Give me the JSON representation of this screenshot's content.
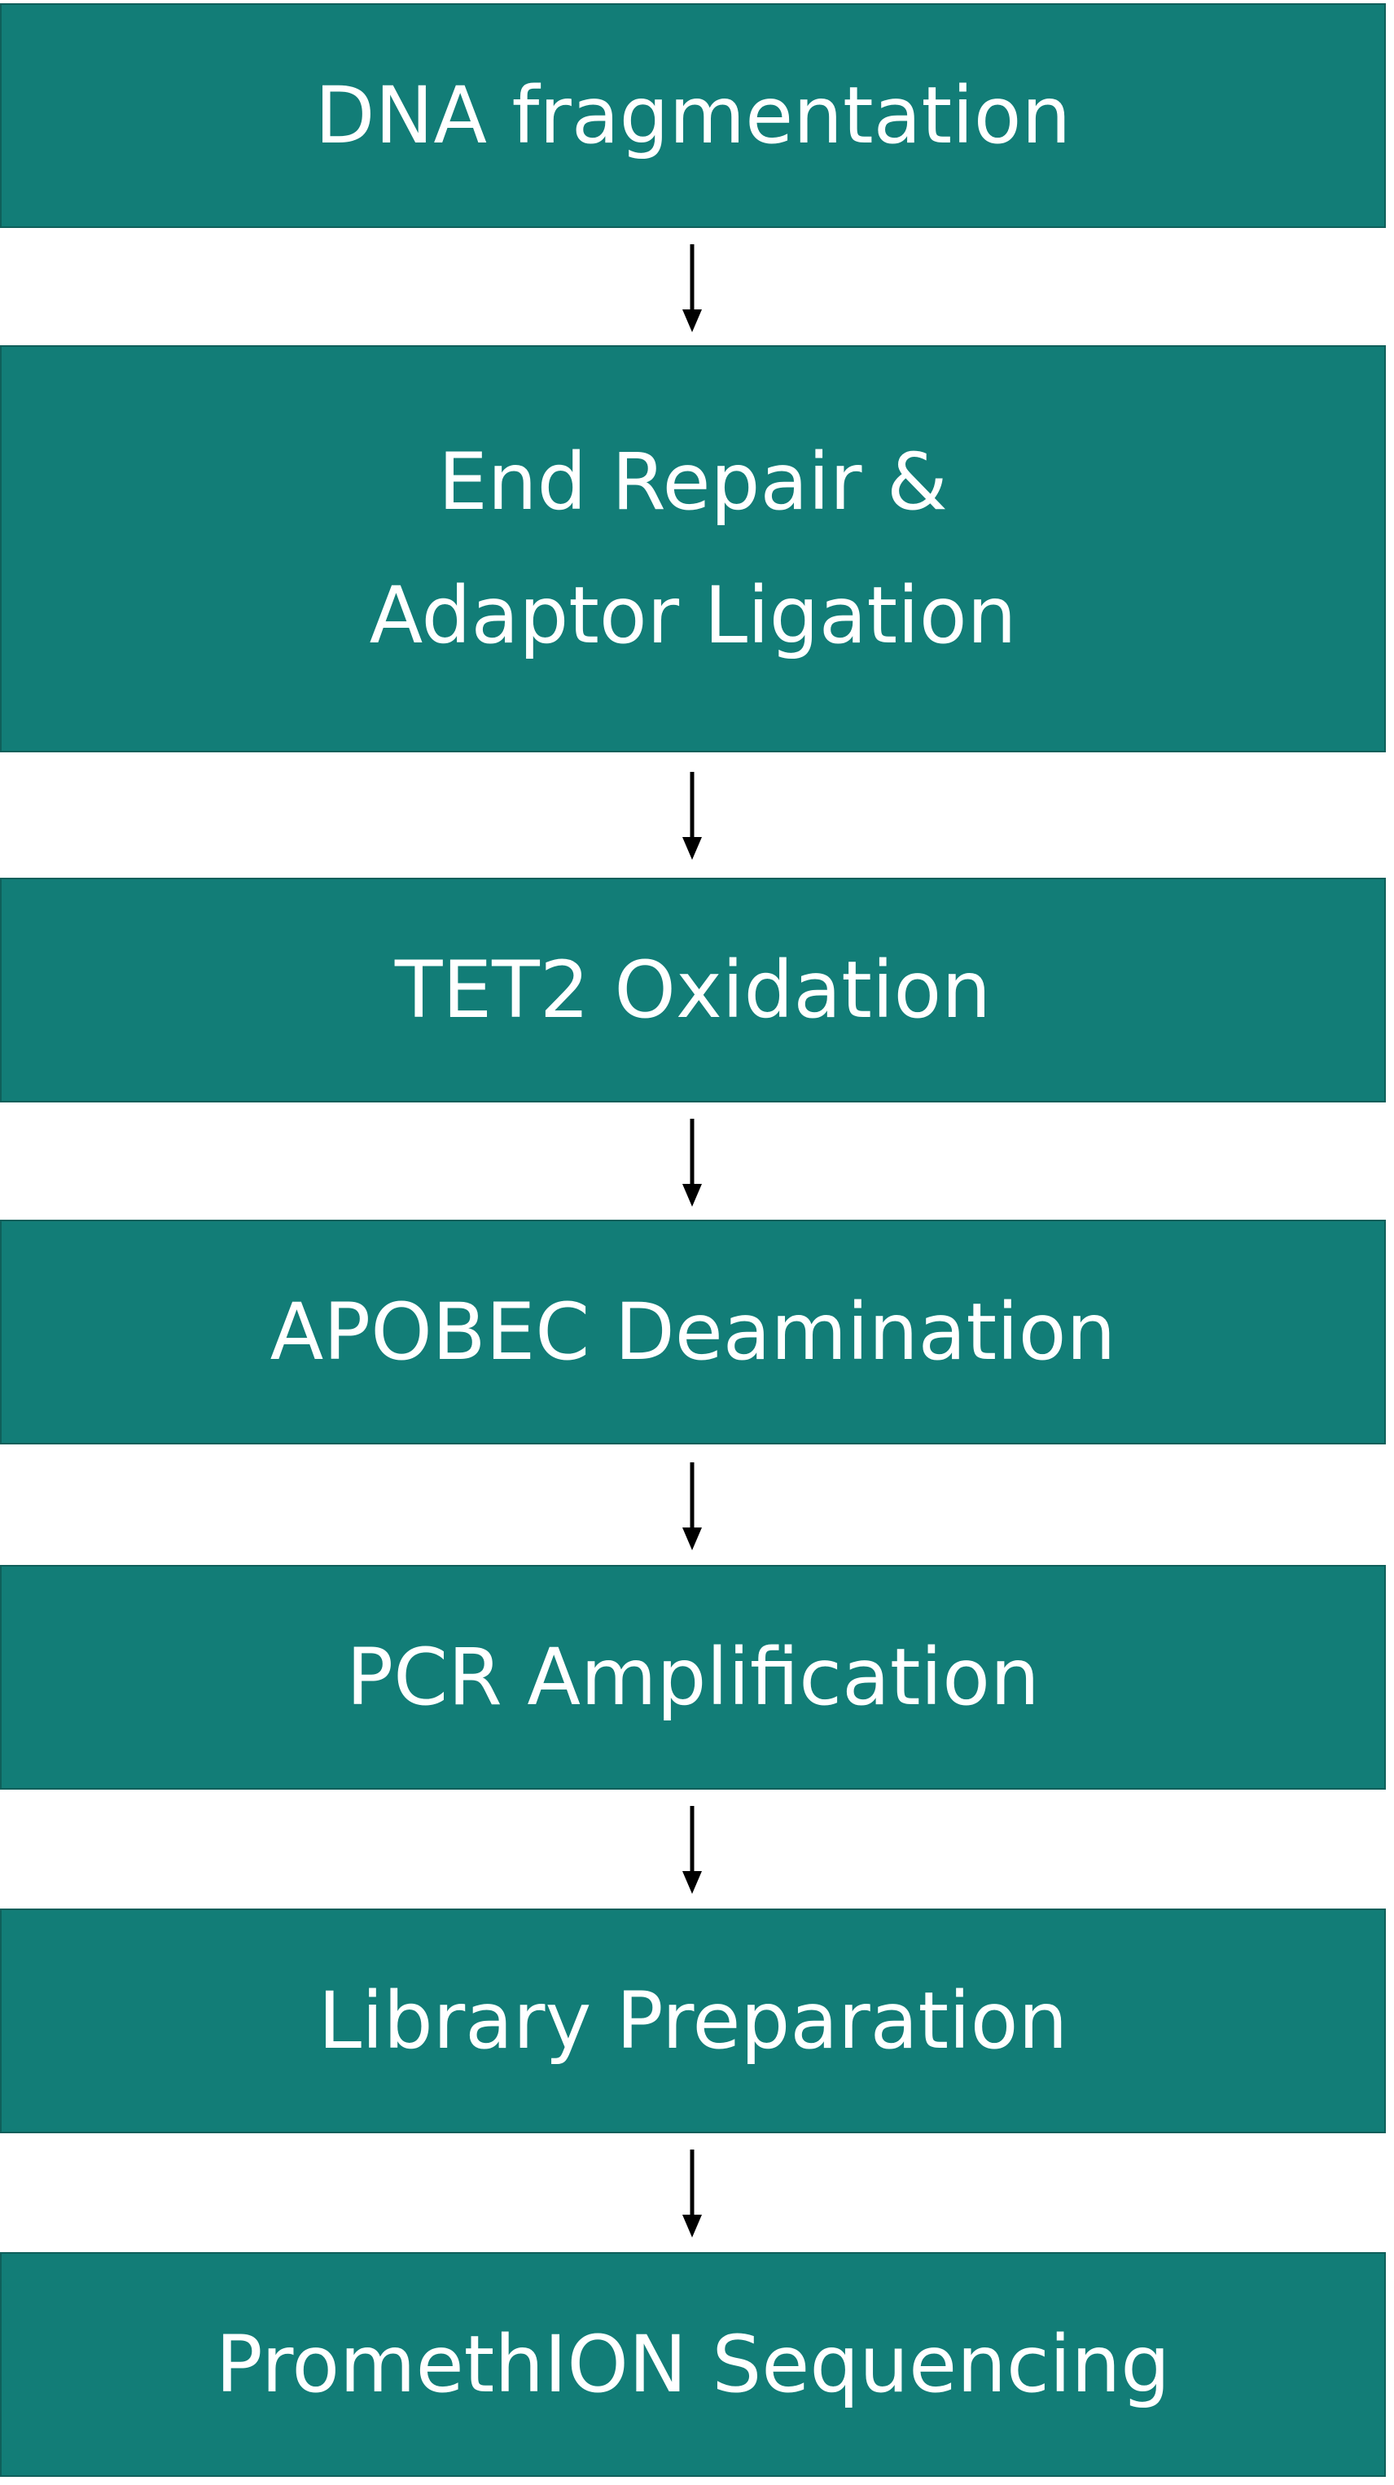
{
  "flowchart": {
    "steps": [
      {
        "label": "DNA fragmentation"
      },
      {
        "label": "End Repair &\nAdaptor Ligation"
      },
      {
        "label": "TET2 Oxidation"
      },
      {
        "label": "APOBEC Deamination"
      },
      {
        "label": "PCR Amplification"
      },
      {
        "label": "Library Preparation"
      },
      {
        "label": "PromethION Sequencing"
      }
    ],
    "colors": {
      "box_fill": "#127d77",
      "box_border": "#0f5f5a",
      "text": "#ffffff",
      "arrow": "#000000"
    },
    "connector_icon": "arrow-down-icon"
  }
}
